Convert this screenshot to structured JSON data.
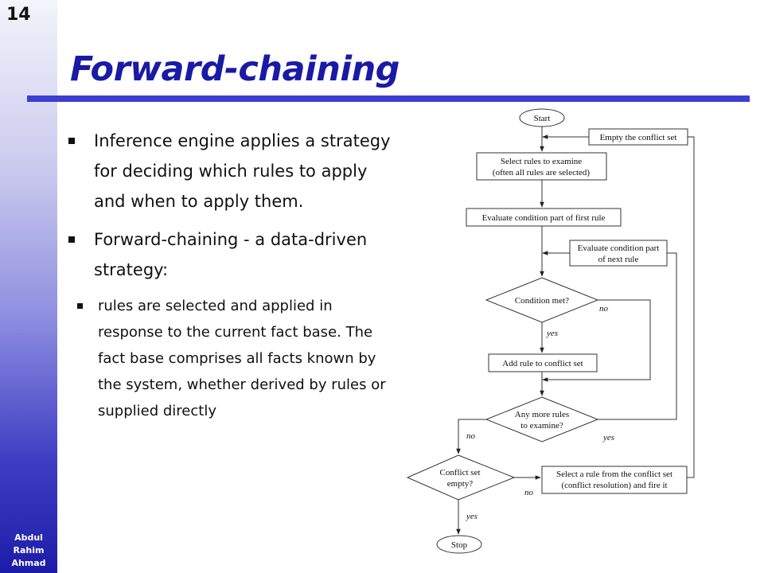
{
  "slide": {
    "number": "14",
    "author": [
      "Abdul",
      "Rahim",
      "Ahmad"
    ]
  },
  "title": "Forward-chaining",
  "bullets": [
    "Inference engine applies a strategy for deciding which rules to apply and when to apply them.",
    "Forward-chaining - a data-driven strategy:"
  ],
  "sub_bullets": [
    "rules are selected and applied in response to the current fact base. The fact base comprises all facts known by the system, whether derived by rules or supplied directly"
  ],
  "colors": {
    "title": "#1a1aa6",
    "rule": "#3d3dd0",
    "sidebar_dark": "#1c1ca8"
  },
  "flowchart": {
    "start": "Start",
    "empty": "Empty the conflict set",
    "select_1": "Select rules to examine",
    "select_2": "(often all rules are selected)",
    "eval_first": "Evaluate condition part of first rule",
    "eval_next_1": "Evaluate condition part",
    "eval_next_2": "of next rule",
    "cond_met": "Condition met?",
    "add_rule": "Add rule to conflict set",
    "more_1": "Any more rules",
    "more_2": "to examine?",
    "conflict_1": "Conflict set",
    "conflict_2": "empty?",
    "fire_1": "Select a rule from the conflict set",
    "fire_2": "(conflict resolution) and fire it",
    "stop": "Stop",
    "no": "no",
    "yes": "yes"
  }
}
